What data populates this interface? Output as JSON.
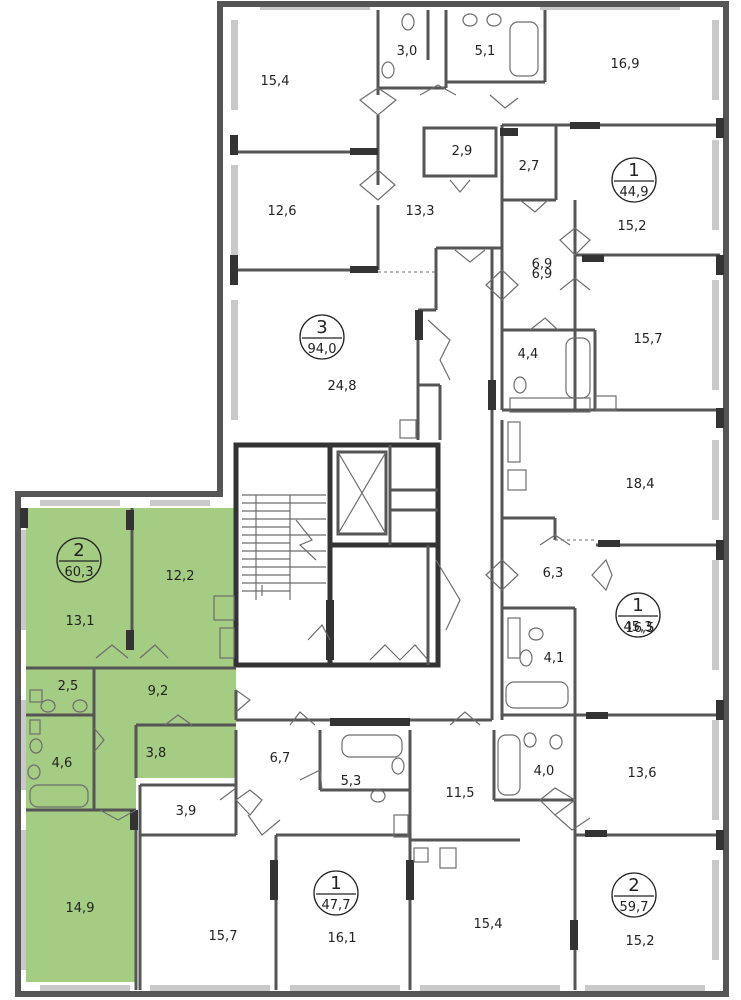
{
  "colors": {
    "highlight": "#a4cc82",
    "wall": "#555555",
    "wall_dark": "#333333",
    "window": "#c9c9c9",
    "line": "#6d6d6d",
    "text": "#222222"
  },
  "apartments": [
    {
      "id": "apt-2-left",
      "number": "2",
      "area": "60,3",
      "highlighted": true
    },
    {
      "id": "apt-3",
      "number": "3",
      "area": "94,0",
      "highlighted": false
    },
    {
      "id": "apt-1-top",
      "number": "1",
      "area": "44,9",
      "highlighted": false
    },
    {
      "id": "apt-1-mid",
      "number": "1",
      "area": "45,3",
      "highlighted": false
    },
    {
      "id": "apt-1-bottom",
      "number": "1",
      "area": "47,7",
      "highlighted": false
    },
    {
      "id": "apt-2-right",
      "number": "2",
      "area": "59,7",
      "highlighted": false
    }
  ],
  "rooms": [
    {
      "label": "15,4"
    },
    {
      "label": "3,0"
    },
    {
      "label": "5,1"
    },
    {
      "label": "16,9"
    },
    {
      "label": "2,9"
    },
    {
      "label": "2,7"
    },
    {
      "label": "12,6"
    },
    {
      "label": "13,3"
    },
    {
      "label": "15,2"
    },
    {
      "label": "6,9"
    },
    {
      "label": "6,9"
    },
    {
      "label": "24,8"
    },
    {
      "label": "4,4"
    },
    {
      "label": "15,7"
    },
    {
      "label": "18,4"
    },
    {
      "label": "13,1"
    },
    {
      "label": "12,2"
    },
    {
      "label": "6,3"
    },
    {
      "label": "16,5"
    },
    {
      "label": "4,1"
    },
    {
      "label": "2,5"
    },
    {
      "label": "9,2"
    },
    {
      "label": "3,8"
    },
    {
      "label": "4,6"
    },
    {
      "label": "6,7"
    },
    {
      "label": "5,3"
    },
    {
      "label": "11,5"
    },
    {
      "label": "4,0"
    },
    {
      "label": "13,6"
    },
    {
      "label": "3,9"
    },
    {
      "label": "14,9"
    },
    {
      "label": "15,7"
    },
    {
      "label": "16,1"
    },
    {
      "label": "15,4"
    },
    {
      "label": "15,2"
    }
  ]
}
